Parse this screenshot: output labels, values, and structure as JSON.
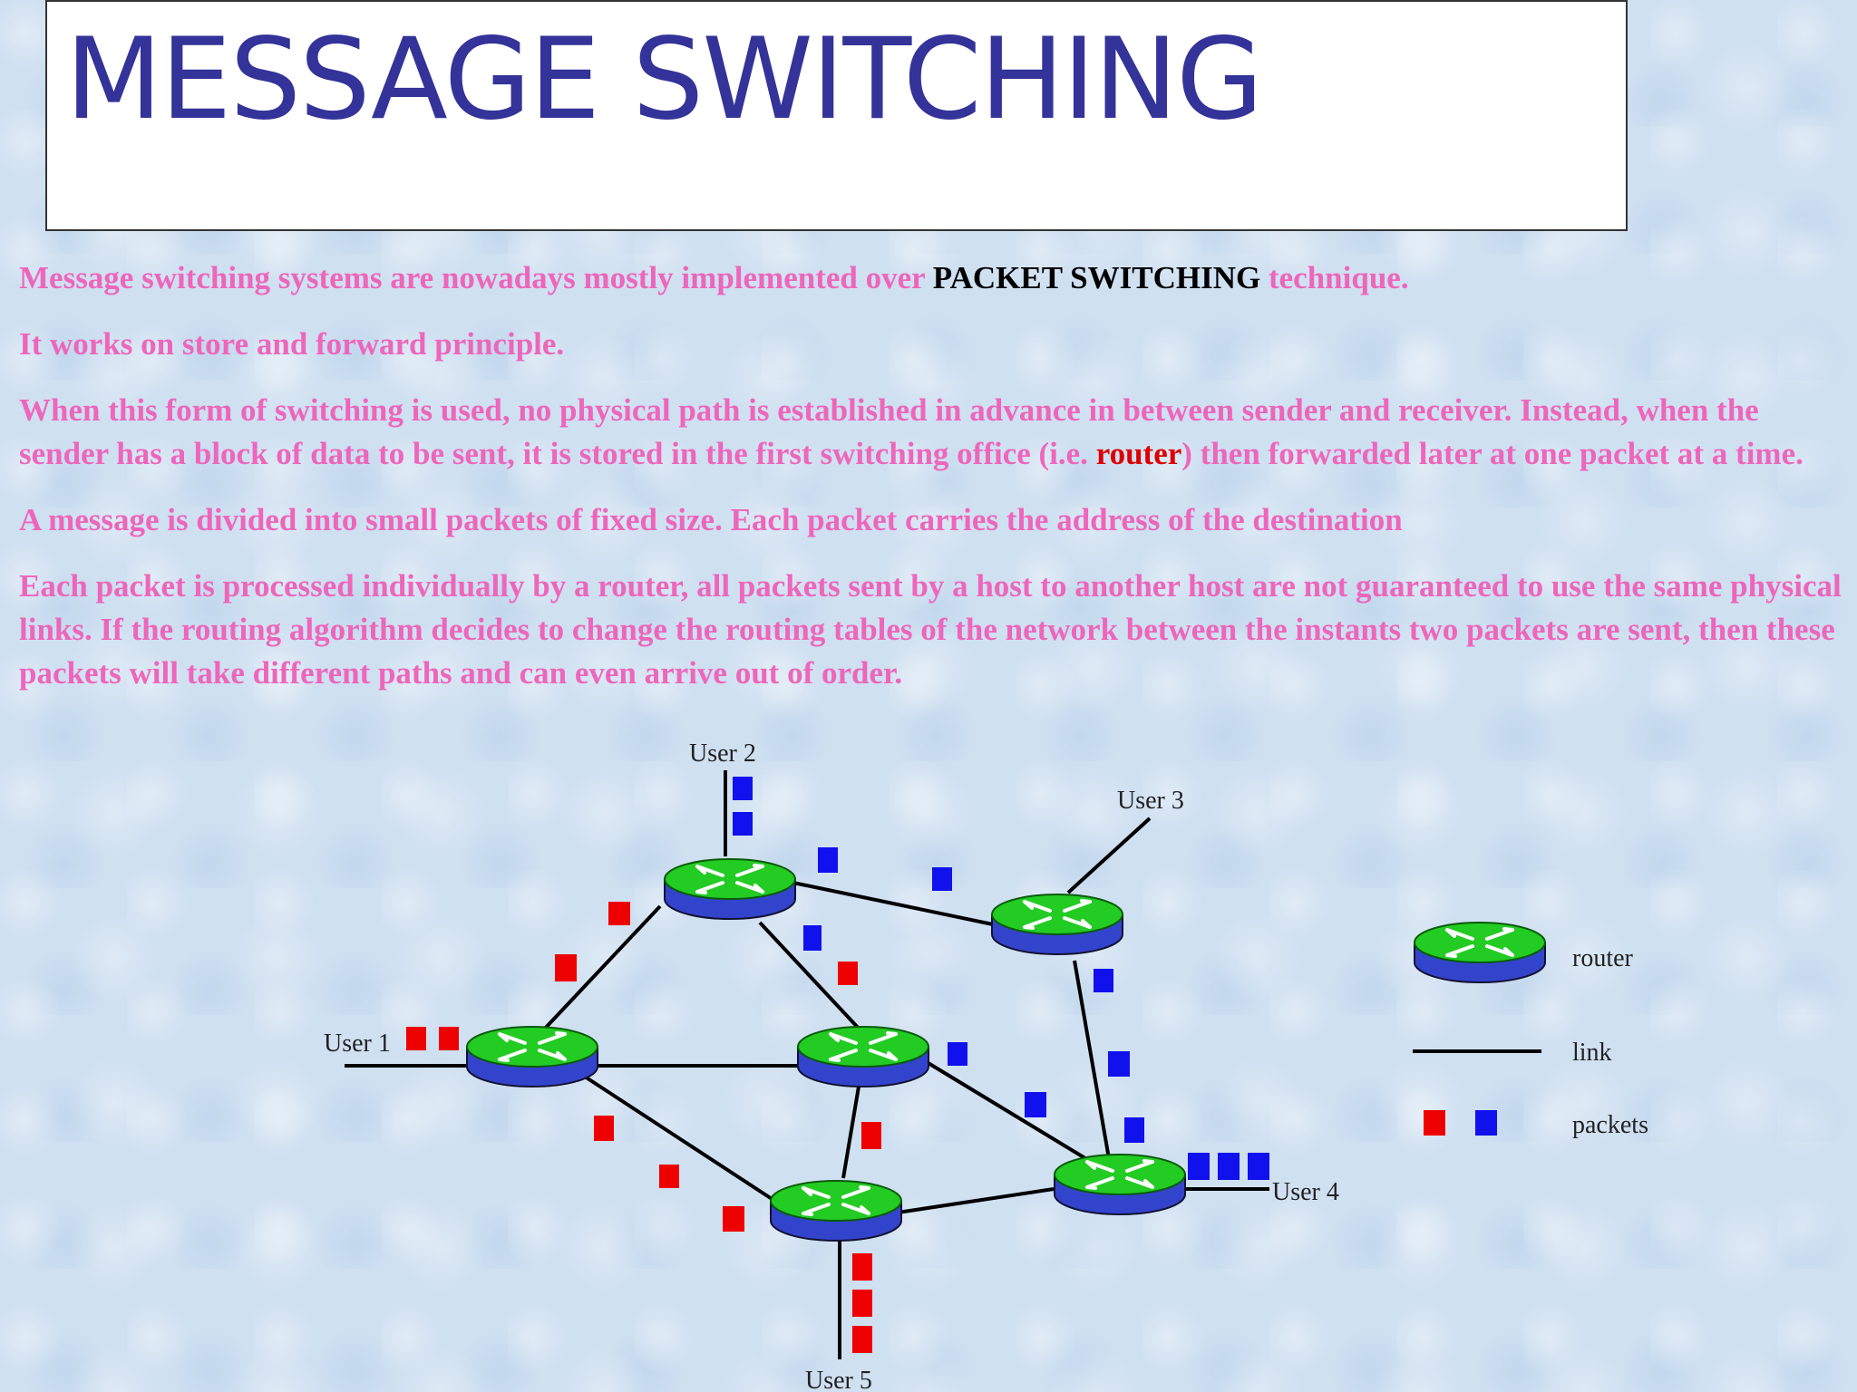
{
  "title": "MESSAGE SWITCHING",
  "paragraphs": {
    "p1_before": "Message switching systems are nowadays mostly implemented over ",
    "p1_highlight": "PACKET SWITCHING",
    "p1_after": " technique.",
    "p2": "It works on store and forward principle.",
    "p3_before": "When this form of switching is used, no physical path is established in advance in between sender and receiver. Instead, when the sender has a block of data to be sent, it is stored in the first switching office (i.e. ",
    "p3_highlight": "router",
    "p3_after": ") then forwarded later at one packet at a time.",
    "p4": "A message is divided into small packets of fixed size. Each packet carries the address of the destination",
    "p5": "Each packet is processed individually by a router, all packets sent by a host to another host are not guaranteed to use the same physical links. If the routing algorithm decides to change the routing tables of the network between the instants two packets are sent, then these packets will take different paths and can even arrive out of order."
  },
  "diagram": {
    "users": {
      "user1": "User 1",
      "user2": "User 2",
      "user3": "User 3",
      "user4": "User 4",
      "user5": "User 5"
    },
    "legend": {
      "router": "router",
      "link": "link",
      "packets": "packets"
    },
    "colors": {
      "router_top": "#22cc22",
      "router_body": "#3344cc",
      "packet_red": "#ee0000",
      "packet_blue": "#1111ee",
      "link": "#000000"
    }
  }
}
